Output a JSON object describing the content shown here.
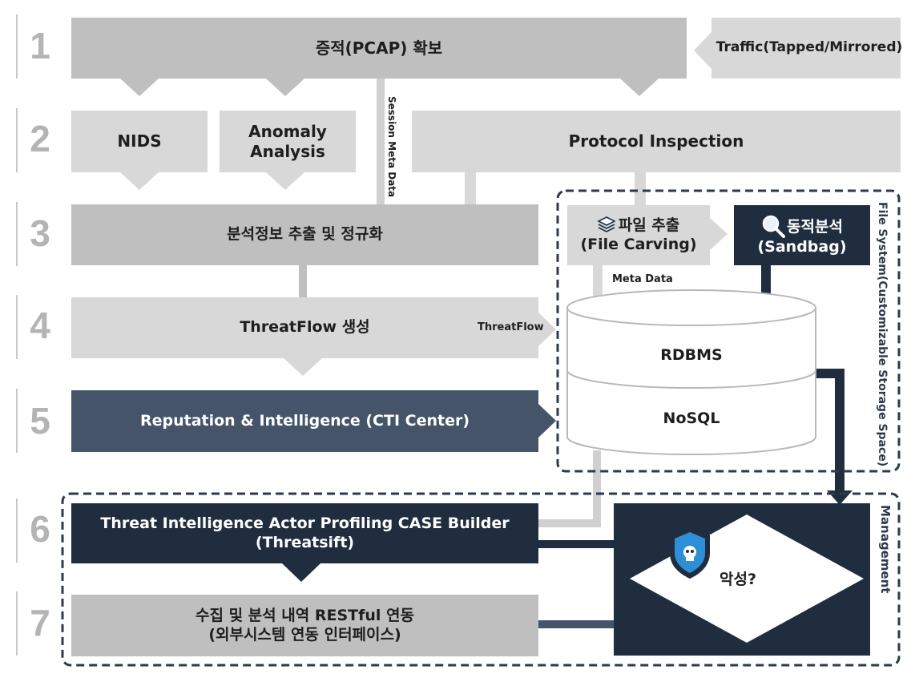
{
  "steps": [
    "1",
    "2",
    "3",
    "4",
    "5",
    "6",
    "7"
  ],
  "row1": {
    "evidence": "증적(PCAP) 확보",
    "traffic": "Traffic(Tapped/Mirrored)"
  },
  "row2": {
    "nids": "NIDS",
    "anomaly_line1": "Anomaly",
    "anomaly_line2": "Analysis",
    "protocol": "Protocol Inspection",
    "session_meta": "Session Meta Data"
  },
  "row3": {
    "extract": "분석정보 추출 및 정규화",
    "carving_line1": "파일 추출",
    "carving_line2": "(File Carving)",
    "sandbag_line1": "동적분석",
    "sandbag_line2": "(Sandbag)",
    "meta_data": "Meta Data"
  },
  "row4": {
    "threatflow": "ThreatFlow 생성",
    "threatflow_label": "ThreatFlow"
  },
  "row5": {
    "reputation": "Reputation & Intelligence (CTI Center)"
  },
  "storage": {
    "rdbms": "RDBMS",
    "nosql": "NoSQL",
    "side_label": "File System(Customizable Storage Space)"
  },
  "row6": {
    "case_line1": "Threat Intelligence Actor Profiling CASE Builder",
    "case_line2": "(Threatsift)"
  },
  "row7": {
    "rest_line1": "수집 및 분석 내역 RESTful 연동",
    "rest_line2": "(외부시스템 연동 인터페이스)"
  },
  "management": {
    "label": "Management",
    "decision": "악성?"
  },
  "colors": {
    "light": "#d8d8d8",
    "mid": "#bfbfbf",
    "slate": "#455469",
    "navy": "#1f2d3f"
  }
}
